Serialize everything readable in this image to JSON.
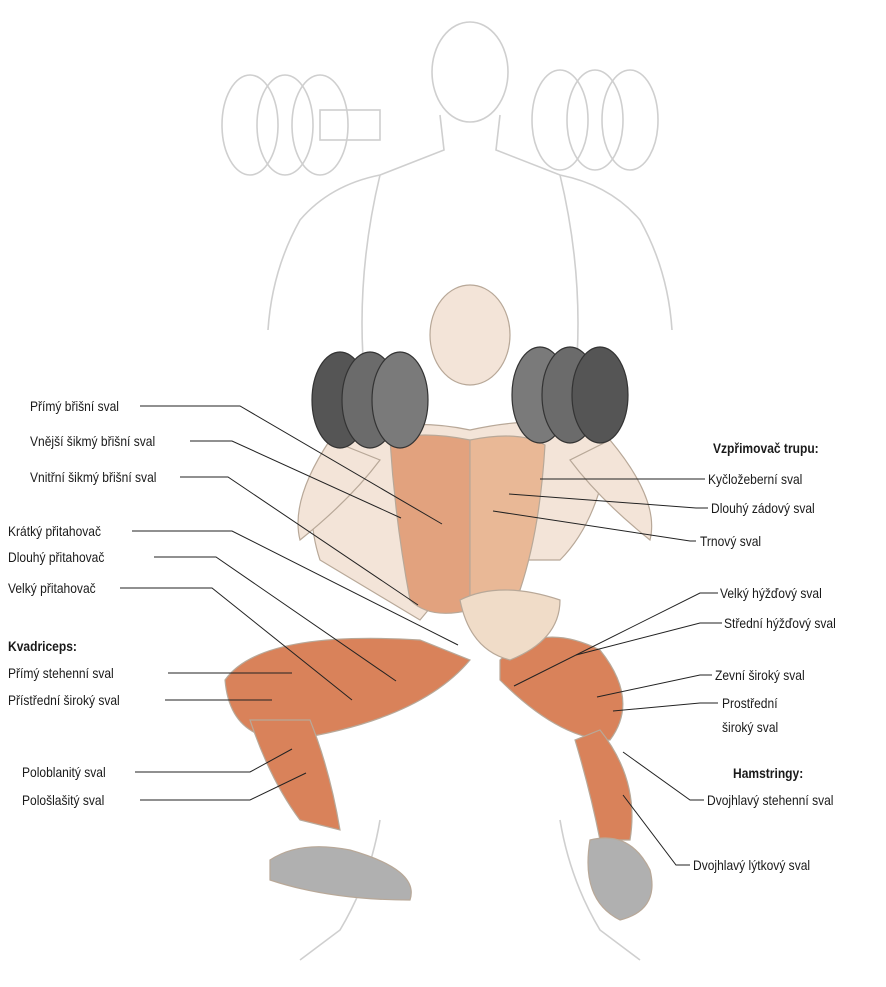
{
  "labels_left": [
    "Přímý břišní sval",
    "Vnější šikmý břišní sval",
    "Vnitřní šikmý břišní sval",
    "Krátký přitahovač",
    "Dlouhý přitahovač",
    "Velký přitahovač",
    "Přímý stehenní sval",
    "Přístřední široký sval",
    "Poloblanitý sval",
    "Pološlašitý sval"
  ],
  "labels_right": [
    "Kyčložeberní sval",
    "Dlouhý zádový sval",
    "Trnový sval",
    "Velký hýžďový sval",
    "Střední hýžďový sval",
    "Zevní široký sval",
    "Prostřední",
    "široký sval",
    "Dvojhlavý stehenní sval",
    "Dvojhlavý lýtkový sval"
  ],
  "headers": {
    "quadriceps": "Kvadriceps:",
    "erector": "Vzpřimovač trupu:",
    "hamstrings": "Hamstringy:"
  },
  "colors": {
    "muscle": "#d9825a",
    "muscle_dark": "#b9603c",
    "skin": "#f3e4d8",
    "ghost_line": "#c8c8c8",
    "dumbbell": "#5a5a5a",
    "leader_line": "#222222"
  }
}
